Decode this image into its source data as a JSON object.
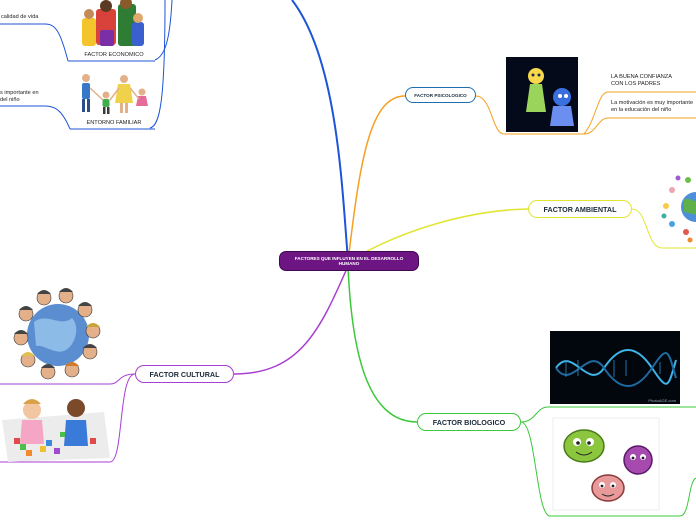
{
  "central": {
    "title": "FACTORES QUE INFLUYEN EN EL DESARROLLO HUMANO"
  },
  "topics": {
    "psicologico": "FACTOR PSICOLOGICO",
    "ambiental": "FACTOR AMBIENTAL",
    "cultural": "FACTOR CULTURAL",
    "biologico": "FACTOR BIOLOGICO"
  },
  "subtopics": {
    "economico": "FACTOR ECONOMICO",
    "familiar": "ENTORNO FAMILIAR"
  },
  "notes": {
    "calidad_vida": "calidad de vida",
    "importante_1": "s importante en",
    "importante_2": "del niño",
    "confianza_1": "LA BUENA CONFIANZA",
    "confianza_2": "CON LOS PADRES",
    "motivacion_1": "La motivación es muy importante",
    "motivacion_2": "en la educación del niño"
  },
  "image_credit": "PhotoAGE.com",
  "colors": {
    "central_fill": "#6c1583",
    "blue_branch": "#1e55d6",
    "orange_branch": "#f5a021",
    "yellow_branch": "#e1e531",
    "purple_branch": "#a83fd3",
    "green_branch": "#3bc83b"
  },
  "icons": {
    "economico_image": "family-group-illustration",
    "familiar_image": "family-holding-hands-illustration",
    "psicologico_image": "joy-and-sadness-characters",
    "ambiental_image": "children-around-globe",
    "cultural_image_1": "children-around-globe",
    "cultural_image_2": "children-playing-blocks",
    "biologico_image_1": "dna-helix",
    "biologico_image_2": "cartoon-germs"
  }
}
